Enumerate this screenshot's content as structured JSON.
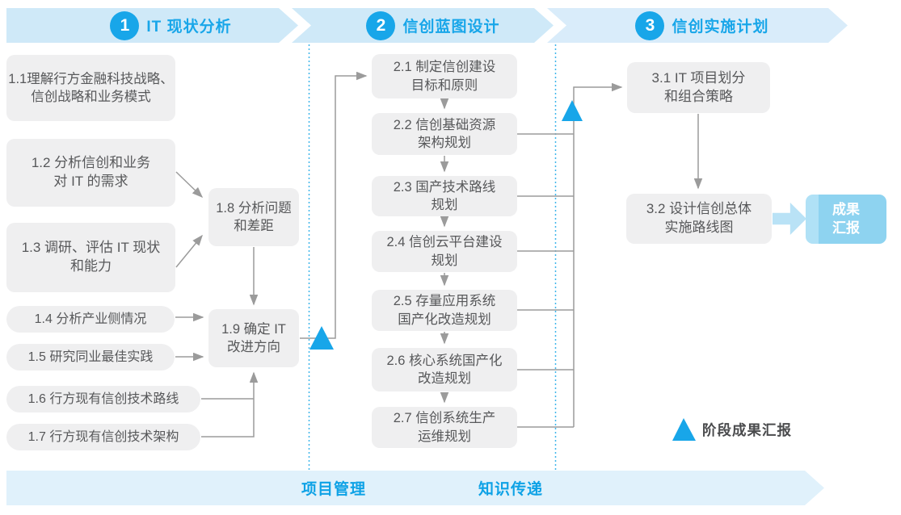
{
  "colors": {
    "accent_blue": "#18a6e9",
    "band_fill": "#cfe9f8",
    "band_fill_light": "#d9ecfa",
    "bottom_band_fill": "#e0f1fb",
    "box_fill": "#efeff0",
    "box_text": "#57585a",
    "result_box_fill": "#8ed3f0",
    "block_arrow_fill": "#b9e2f6",
    "connector_gray": "#9b9b9b",
    "divider_dashed_blue": "#3fb6ea"
  },
  "phases": [
    {
      "number": "1",
      "title": "IT 现状分析"
    },
    {
      "number": "2",
      "title": "信创蓝图设计"
    },
    {
      "number": "3",
      "title": "信创实施计划"
    }
  ],
  "boxes": {
    "b1_1": "1.1理解行方金融科技战略、\n信创战略和业务模式",
    "b1_2": "1.2 分析信创和业务\n对 IT 的需求",
    "b1_3": "1.3 调研、评估 IT 现状\n和能力",
    "b1_4": "1.4 分析产业侧情况",
    "b1_5": "1.5 研究同业最佳实践",
    "b1_6": "1.6 行方现有信创技术路线",
    "b1_7": "1.7 行方现有信创技术架构",
    "b1_8": "1.8 分析问题\n和差距",
    "b1_9": "1.9 确定 IT\n改进方向",
    "b2_1": "2.1 制定信创建设\n目标和原则",
    "b2_2": "2.2 信创基础资源\n架构规划",
    "b2_3": "2.3 国产技术路线\n规划",
    "b2_4": "2.4 信创云平台建设\n规划",
    "b2_5": "2.5 存量应用系统\n国产化改造规划",
    "b2_6": "2.6 核心系统国产化\n改造规划",
    "b2_7": "2.7 信创系统生产\n运维规划",
    "b3_1": "3.1 IT 项目划分\n和组合策略",
    "b3_2": "3.2 设计信创总体\n实施路线图"
  },
  "result_box": "成果\n汇报",
  "legend": {
    "label": "阶段成果汇报"
  },
  "bottom_band": {
    "left_label": "项目管理",
    "right_label": "知识传递"
  }
}
